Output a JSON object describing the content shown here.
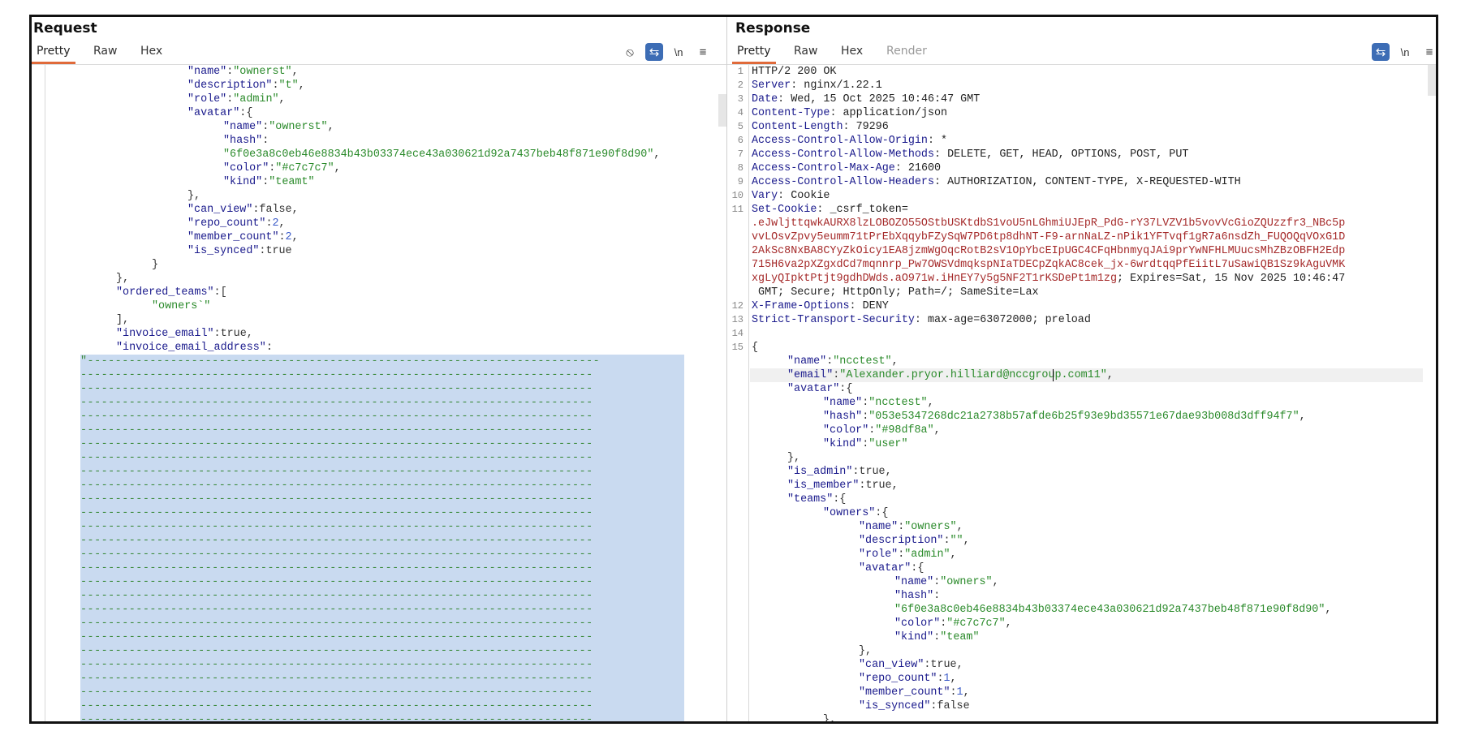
{
  "request": {
    "title": "Request",
    "tabs": [
      {
        "label": "Pretty",
        "active": true
      },
      {
        "label": "Raw",
        "active": false
      },
      {
        "label": "Hex",
        "active": false
      }
    ],
    "tools": [
      {
        "icon": "eye-hidden-icon",
        "glyph": "⦸",
        "active": false
      },
      {
        "icon": "word-wrap-icon",
        "glyph": "⇆",
        "active": true
      },
      {
        "icon": "newline-icon",
        "glyph": "\\n",
        "active": false
      },
      {
        "icon": "menu-icon",
        "glyph": "≡",
        "active": false
      }
    ],
    "lines": [
      {
        "indent": 3,
        "key": "\"name\"",
        "value": "\"ownerst\"",
        "vtype": "s",
        "tail": ","
      },
      {
        "indent": 3,
        "key": "\"description\"",
        "value": "\"t\"",
        "vtype": "s",
        "tail": ","
      },
      {
        "indent": 3,
        "key": "\"role\"",
        "value": "\"admin\"",
        "vtype": "s",
        "tail": ","
      },
      {
        "indent": 3,
        "key": "\"avatar\"",
        "value": "{",
        "vtype": "p",
        "tail": ""
      },
      {
        "indent": 4,
        "key": "\"name\"",
        "value": "\"ownerst\"",
        "vtype": "s",
        "tail": ","
      },
      {
        "indent": 4,
        "key": "\"hash\"",
        "value": "",
        "vtype": "p",
        "tail": ""
      },
      {
        "indent": 4,
        "key": "",
        "value": "\"6f0e3a8c0eb46e8834b43b03374ece43a030621d92a7437beb48f871e90f8d90\"",
        "vtype": "s",
        "tail": ","
      },
      {
        "indent": 4,
        "key": "\"color\"",
        "value": "\"#c7c7c7\"",
        "vtype": "s",
        "tail": ","
      },
      {
        "indent": 4,
        "key": "\"kind\"",
        "value": "\"teamt\"",
        "vtype": "s",
        "tail": ""
      },
      {
        "indent": 3,
        "key": "",
        "value": "}",
        "vtype": "p",
        "tail": ","
      },
      {
        "indent": 3,
        "key": "\"can_view\"",
        "value": "false",
        "vtype": "p",
        "tail": ","
      },
      {
        "indent": 3,
        "key": "\"repo_count\"",
        "value": "2",
        "vtype": "n",
        "tail": ","
      },
      {
        "indent": 3,
        "key": "\"member_count\"",
        "value": "2",
        "vtype": "n",
        "tail": ","
      },
      {
        "indent": 3,
        "key": "\"is_synced\"",
        "value": "true",
        "vtype": "p",
        "tail": ""
      },
      {
        "indent": 2,
        "key": "",
        "value": "}",
        "vtype": "p",
        "tail": ""
      },
      {
        "indent": 1,
        "key": "",
        "value": "}",
        "vtype": "p",
        "tail": ","
      },
      {
        "indent": 1,
        "key": "\"ordered_teams\"",
        "value": "[",
        "vtype": "p",
        "tail": ""
      },
      {
        "indent": 2,
        "key": "",
        "value": "\"owners`\"",
        "vtype": "s",
        "tail": ""
      },
      {
        "indent": 1,
        "key": "",
        "value": "]",
        "vtype": "p",
        "tail": ","
      },
      {
        "indent": 1,
        "key": "\"invoice_email\"",
        "value": "true",
        "vtype": "p",
        "tail": ","
      },
      {
        "indent": 1,
        "key": "\"invoice_email_address\"",
        "value": "",
        "vtype": "p",
        "tail": ""
      }
    ],
    "selected_value_prefix": "\"",
    "selected_fill_char": "-",
    "selected_line_count": 27
  },
  "response": {
    "title": "Response",
    "tabs": [
      {
        "label": "Pretty",
        "active": true
      },
      {
        "label": "Raw",
        "active": false
      },
      {
        "label": "Hex",
        "active": false
      },
      {
        "label": "Render",
        "active": false,
        "disabled": true
      }
    ],
    "tools": [
      {
        "icon": "word-wrap-icon",
        "glyph": "⇆",
        "active": true
      },
      {
        "icon": "newline-icon",
        "glyph": "\\n",
        "active": false
      },
      {
        "icon": "menu-icon",
        "glyph": "≡",
        "active": false
      }
    ],
    "header_lines": [
      {
        "num": "1",
        "name": "HTTP/2 200 OK",
        "value": ""
      },
      {
        "num": "2",
        "name": "Server",
        "value": "nginx/1.22.1"
      },
      {
        "num": "3",
        "name": "Date",
        "value": "Wed, 15 Oct 2025 10:46:47 GMT"
      },
      {
        "num": "4",
        "name": "Content-Type",
        "value": "application/json"
      },
      {
        "num": "5",
        "name": "Content-Length",
        "value": "79296"
      },
      {
        "num": "6",
        "name": "Access-Control-Allow-Origin",
        "value": "*"
      },
      {
        "num": "7",
        "name": "Access-Control-Allow-Methods",
        "value": "DELETE, GET, HEAD, OPTIONS, POST, PUT"
      },
      {
        "num": "8",
        "name": "Access-Control-Max-Age",
        "value": "21600"
      },
      {
        "num": "9",
        "name": "Access-Control-Allow-Headers",
        "value": "AUTHORIZATION, CONTENT-TYPE, X-REQUESTED-WITH"
      },
      {
        "num": "10",
        "name": "Vary",
        "value": "Cookie"
      },
      {
        "num": "11",
        "name": "Set-Cookie",
        "value": "_csrf_token="
      }
    ],
    "cookie_lines": [
      ".eJwljttqwkAURX8lzLOBOZO55OStbUSKtdbS1voU5nLGhmiUJEpR_PdG-rY37LVZV1b5vovVcGioZQUzzfr3_NBc5p",
      "vvLOsvZpvy5eumm71tPrEbXqqybFZySqW7PD6tp8dhNT-F9-arnNaLZ-nPik1YFTvqf1gR7a6nsdZh_FUQOQqVOxG1D",
      "2AkSc8NxBA8CYyZkOicy1EA8jzmWgOqcRotB2sV1OpYbcEIpUGC4CFqHbnmyqJAi9prYwNFHLMUucsMhZBzOBFH2Edp",
      "715H6va2pXZgxdCd7mqnnrp_Pw7OWSVdmqkspNIaTDECpZqkAC8cek_jx-6wrdtqqPfEiitL7uSawiQB1Sz9kAguVMK"
    ],
    "cookie_last": {
      "value": "xgLyQIpktPtjt9gdhDWds.aO971w.iHnEY7y5g5NF2T1rKSDePt1m1zg",
      "attrs": "; Expires=Sat, 15 Nov 2025 10:46:47"
    },
    "cookie_tail": " GMT; Secure; HttpOnly; Path=/; SameSite=Lax",
    "header_lines_2": [
      {
        "num": "12",
        "name": "X-Frame-Options",
        "value": "DENY"
      },
      {
        "num": "13",
        "name": "Strict-Transport-Security",
        "value": "max-age=63072000; preload"
      },
      {
        "num": "14",
        "name": "",
        "value": ""
      }
    ],
    "body_open": {
      "num": "15",
      "text": "{"
    },
    "body_lines": [
      {
        "indent": 1,
        "key": "\"name\"",
        "value": "\"ncctest\"",
        "vtype": "s",
        "tail": ","
      },
      {
        "indent": 1,
        "key": "\"email\"",
        "value": "\"Alexander.pryor.hilliard@nccgroup.com11\"",
        "vtype": "s",
        "tail": ",",
        "highlight": true
      },
      {
        "indent": 1,
        "key": "\"avatar\"",
        "value": "{",
        "vtype": "p",
        "tail": ""
      },
      {
        "indent": 2,
        "key": "\"name\"",
        "value": "\"ncctest\"",
        "vtype": "s",
        "tail": ","
      },
      {
        "indent": 2,
        "key": "\"hash\"",
        "value": "\"053e5347268dc21a2738b57afde6b25f93e9bd35571e67dae93b008d3dff94f7\"",
        "vtype": "s",
        "tail": ","
      },
      {
        "indent": 2,
        "key": "\"color\"",
        "value": "\"#98df8a\"",
        "vtype": "s",
        "tail": ","
      },
      {
        "indent": 2,
        "key": "\"kind\"",
        "value": "\"user\"",
        "vtype": "s",
        "tail": ""
      },
      {
        "indent": 1,
        "key": "",
        "value": "}",
        "vtype": "p",
        "tail": ","
      },
      {
        "indent": 1,
        "key": "\"is_admin\"",
        "value": "true",
        "vtype": "p",
        "tail": ","
      },
      {
        "indent": 1,
        "key": "\"is_member\"",
        "value": "true",
        "vtype": "p",
        "tail": ","
      },
      {
        "indent": 1,
        "key": "\"teams\"",
        "value": "{",
        "vtype": "p",
        "tail": ""
      },
      {
        "indent": 2,
        "key": "\"owners\"",
        "value": "{",
        "vtype": "p",
        "tail": ""
      },
      {
        "indent": 3,
        "key": "\"name\"",
        "value": "\"owners\"",
        "vtype": "s",
        "tail": ","
      },
      {
        "indent": 3,
        "key": "\"description\"",
        "value": "\"\"",
        "vtype": "s",
        "tail": ","
      },
      {
        "indent": 3,
        "key": "\"role\"",
        "value": "\"admin\"",
        "vtype": "s",
        "tail": ","
      },
      {
        "indent": 3,
        "key": "\"avatar\"",
        "value": "{",
        "vtype": "p",
        "tail": ""
      },
      {
        "indent": 4,
        "key": "\"name\"",
        "value": "\"owners\"",
        "vtype": "s",
        "tail": ","
      },
      {
        "indent": 4,
        "key": "\"hash\"",
        "value": "",
        "vtype": "p",
        "tail": ""
      },
      {
        "indent": 4,
        "key": "",
        "value": "\"6f0e3a8c0eb46e8834b43b03374ece43a030621d92a7437beb48f871e90f8d90\"",
        "vtype": "s",
        "tail": ","
      },
      {
        "indent": 4,
        "key": "\"color\"",
        "value": "\"#c7c7c7\"",
        "vtype": "s",
        "tail": ","
      },
      {
        "indent": 4,
        "key": "\"kind\"",
        "value": "\"team\"",
        "vtype": "s",
        "tail": ""
      },
      {
        "indent": 3,
        "key": "",
        "value": "}",
        "vtype": "p",
        "tail": ","
      },
      {
        "indent": 3,
        "key": "\"can_view\"",
        "value": "true",
        "vtype": "p",
        "tail": ","
      },
      {
        "indent": 3,
        "key": "\"repo_count\"",
        "value": "1",
        "vtype": "n",
        "tail": ","
      },
      {
        "indent": 3,
        "key": "\"member_count\"",
        "value": "1",
        "vtype": "n",
        "tail": ","
      },
      {
        "indent": 3,
        "key": "\"is_synced\"",
        "value": "false",
        "vtype": "p",
        "tail": ""
      },
      {
        "indent": 2,
        "key": "",
        "value": "}",
        "vtype": "p",
        "tail": ","
      },
      {
        "indent": 2,
        "key": "\"ncctest\"",
        "value": "{",
        "vtype": "p",
        "tail": ""
      }
    ]
  },
  "colors": {
    "key": "#1a1a8c",
    "string": "#2a8a2a",
    "number": "#3a5ac8",
    "cookie": "#a52a2a",
    "selection": "#c9daf0",
    "active_tab_underline": "#e06a3a",
    "tool_active_bg": "#3d6db5"
  }
}
